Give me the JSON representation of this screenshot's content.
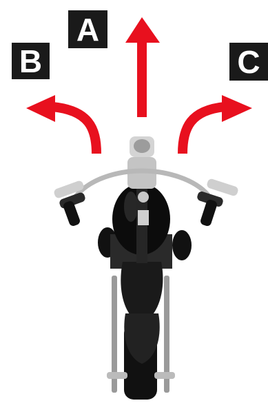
{
  "labels": {
    "a": "A",
    "b": "B",
    "c": "C"
  },
  "colors": {
    "arrow": "#e8101e",
    "label_bg": "#1a1a1a",
    "label_text": "#ffffff",
    "motorcycle": "#111111",
    "chrome": "#b8b8b8"
  },
  "icons": {
    "arrow_straight": "arrow-up-icon",
    "arrow_left": "arrow-curve-left-icon",
    "arrow_right": "arrow-curve-right-icon"
  }
}
